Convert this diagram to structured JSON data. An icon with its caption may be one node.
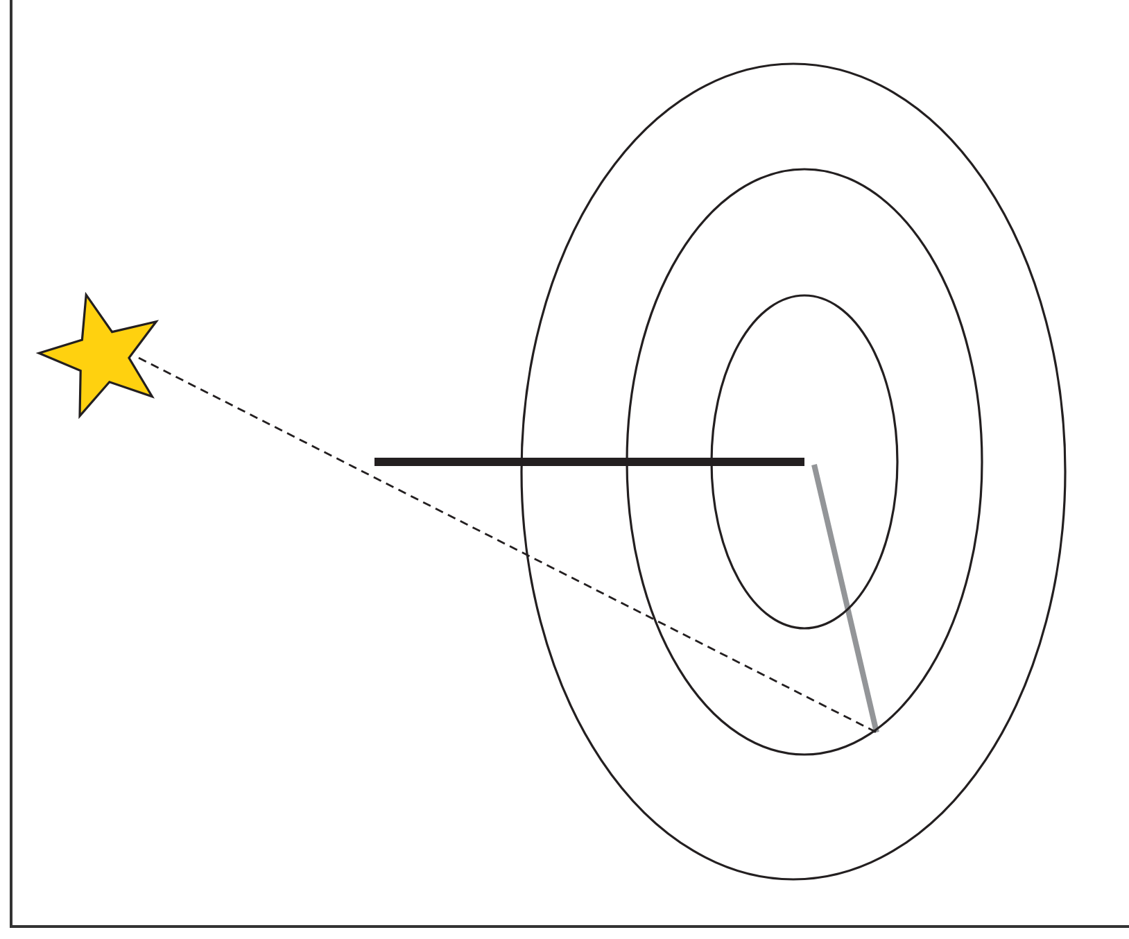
{
  "diagram": {
    "nodes": [
      {
        "text": [],
        "shape": "star"
      },
      {
        "text": [],
        "shape": "ellipse"
      },
      {
        "text": [],
        "shape": "ellipse",
        "in": 1
      },
      {
        "text": [],
        "shape": "ellipse",
        "in": 2
      }
    ],
    "edges": [
      {
        "from": 0,
        "to": 2,
        "arrow": "none",
        "style": "dashed"
      }
    ]
  }
}
